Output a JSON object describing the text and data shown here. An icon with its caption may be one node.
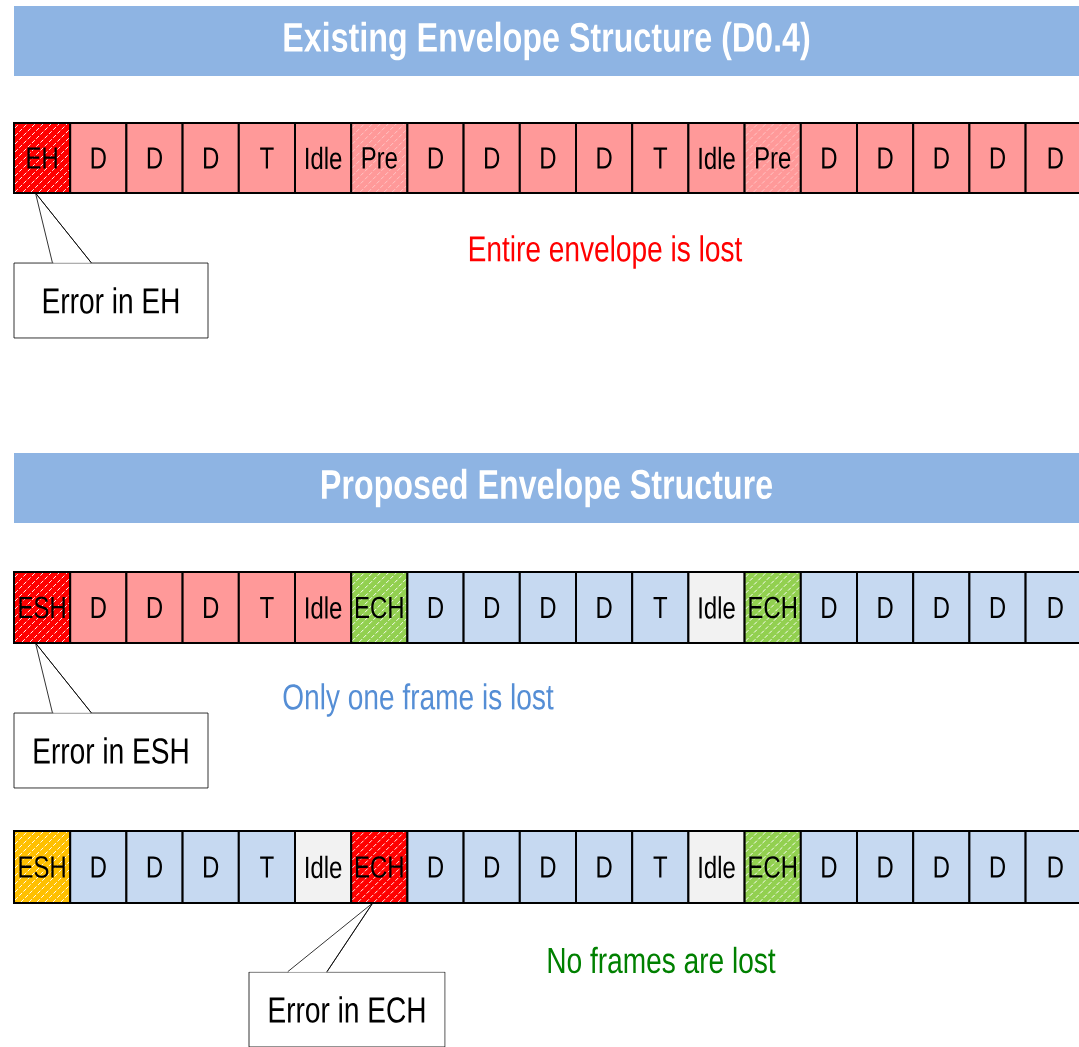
{
  "diagram": {
    "nodes": [
      {
        "text": [
          "Existing Envelope Structure (D0.4)"
        ]
      },
      {
        "text": [
          "EH"
        ]
      },
      {
        "text": [
          "D"
        ]
      },
      {
        "text": [
          "D"
        ]
      },
      {
        "text": [
          "D"
        ]
      },
      {
        "text": [
          "T"
        ]
      },
      {
        "text": [
          "Idle"
        ]
      },
      {
        "text": [
          "Pre"
        ]
      },
      {
        "text": [
          "D"
        ]
      },
      {
        "text": [
          "D"
        ]
      },
      {
        "text": [
          "D"
        ]
      },
      {
        "text": [
          "D"
        ]
      },
      {
        "text": [
          "T"
        ]
      },
      {
        "text": [
          "Idle"
        ]
      },
      {
        "text": [
          "Pre"
        ]
      },
      {
        "text": [
          "D"
        ]
      },
      {
        "text": [
          "D"
        ]
      },
      {
        "text": [
          "D"
        ]
      },
      {
        "text": [
          "D"
        ]
      },
      {
        "text": [
          "D"
        ]
      },
      {
        "text": [
          "Error in EH"
        ]
      },
      {
        "text": [
          "Proposed Envelope Structure"
        ]
      },
      {
        "text": [
          "ESH"
        ]
      },
      {
        "text": [
          "D"
        ]
      },
      {
        "text": [
          "D"
        ]
      },
      {
        "text": [
          "D"
        ]
      },
      {
        "text": [
          "T"
        ]
      },
      {
        "text": [
          "Idle"
        ]
      },
      {
        "text": [
          "ECH"
        ]
      },
      {
        "text": [
          "D"
        ]
      },
      {
        "text": [
          "D"
        ]
      },
      {
        "text": [
          "D"
        ]
      },
      {
        "text": [
          "D"
        ]
      },
      {
        "text": [
          "T"
        ]
      },
      {
        "text": [
          "Idle"
        ]
      },
      {
        "text": [
          "ECH"
        ]
      },
      {
        "text": [
          "D"
        ]
      },
      {
        "text": [
          "D"
        ]
      },
      {
        "text": [
          "D"
        ]
      },
      {
        "text": [
          "D"
        ]
      },
      {
        "text": [
          "D"
        ]
      },
      {
        "text": [
          "Error in ESH"
        ]
      },
      {
        "text": [
          "ESH"
        ]
      },
      {
        "text": [
          "D"
        ]
      },
      {
        "text": [
          "D"
        ]
      },
      {
        "text": [
          "D"
        ]
      },
      {
        "text": [
          "T"
        ]
      },
      {
        "text": [
          "Idle"
        ]
      },
      {
        "text": [
          "ECH"
        ]
      },
      {
        "text": [
          "D"
        ]
      },
      {
        "text": [
          "D"
        ]
      },
      {
        "text": [
          "D"
        ]
      },
      {
        "text": [
          "D"
        ]
      },
      {
        "text": [
          "T"
        ]
      },
      {
        "text": [
          "Idle"
        ]
      },
      {
        "text": [
          "ECH"
        ]
      },
      {
        "text": [
          "D"
        ]
      },
      {
        "text": [
          "D"
        ]
      },
      {
        "text": [
          "D"
        ]
      },
      {
        "text": [
          "D"
        ]
      },
      {
        "text": [
          "D"
        ]
      },
      {
        "text": [
          "Error in ECH"
        ]
      }
    ],
    "edges": [
      {
        "from": 20,
        "to": 1,
        "arrow": "none"
      },
      {
        "from": 41,
        "to": 22,
        "arrow": "none"
      },
      {
        "from": 61,
        "to": 48,
        "arrow": "none"
      }
    ],
    "labels": [
      "Entire envelope is lost",
      "Only one frame is lost",
      "No frames are lost"
    ]
  }
}
